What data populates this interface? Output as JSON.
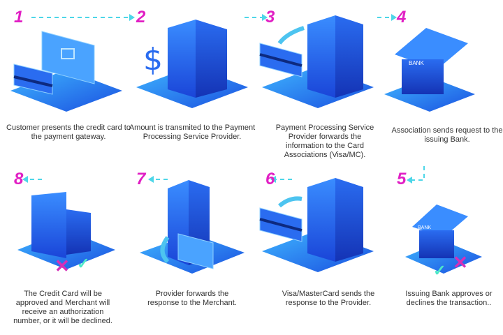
{
  "steps": [
    {
      "number": "1",
      "text": "Customer presents the credit card to the payment gateway."
    },
    {
      "number": "2",
      "text": "Amount is transmited to the Payment Processing Service Provider."
    },
    {
      "number": "3",
      "text": "Payment Processing Service Provider forwards the information to the Card Associations (Visa/MC)."
    },
    {
      "number": "4",
      "text": "Association sends request to the issuing Bank."
    },
    {
      "number": "5",
      "text": "Issuing Bank approves or declines the transaction.."
    },
    {
      "number": "6",
      "text": "Visa/MasterCard sends the response to the Provider."
    },
    {
      "number": "7",
      "text": "Provider forwards the response to the Merchant."
    },
    {
      "number": "8",
      "text": "The Credit Card will be approved and Merchant will receive an authorization number, or it will be declined."
    }
  ],
  "labels": {
    "bank": "BANK",
    "dollar": "$"
  },
  "colors": {
    "number": "#e11fc4",
    "arrow": "#4dd6e8",
    "primary": "#2a6cf0"
  }
}
